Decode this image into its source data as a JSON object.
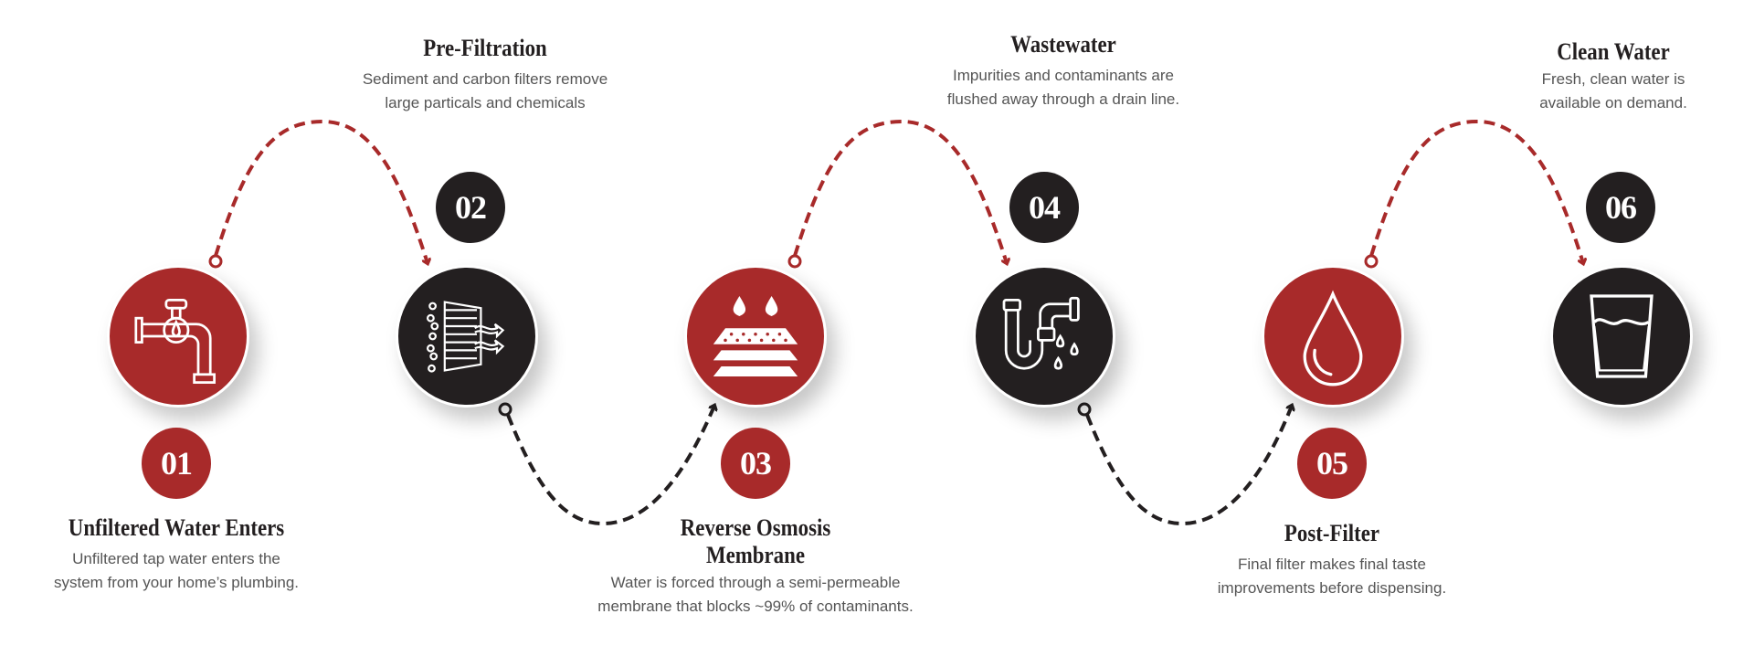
{
  "colors": {
    "red": "#a82a2a",
    "dark": "#231f20",
    "text": "#555555"
  },
  "steps": [
    {
      "number": "01",
      "title": "Unfiltered Water Enters",
      "description": [
        "Unfiltered tap water enters the",
        "system from your home’s plumbing."
      ],
      "color": "red",
      "icon": "faucet-icon"
    },
    {
      "number": "02",
      "title": "Pre-Filtration",
      "description": [
        "Sediment and carbon filters remove",
        "large particals and chemicals"
      ],
      "color": "dark",
      "icon": "filter-icon"
    },
    {
      "number": "03",
      "title": "Reverse Osmosis Membrane",
      "description": [
        "Water is forced through a semi-permeable",
        "membrane that blocks ~99% of contaminants."
      ],
      "color": "red",
      "icon": "membrane-icon"
    },
    {
      "number": "04",
      "title": "Wastewater",
      "description": [
        "Impurities and contaminants are",
        "flushed away through a drain line."
      ],
      "color": "dark",
      "icon": "drain-pipe-icon"
    },
    {
      "number": "05",
      "title": "Post-Filter",
      "description": [
        "Final filter makes final taste",
        "improvements before dispensing."
      ],
      "color": "red",
      "icon": "water-drop-icon"
    },
    {
      "number": "06",
      "title": "Clean Water",
      "description": [
        "Fresh, clean water is",
        "available on demand."
      ],
      "color": "dark",
      "icon": "water-glass-icon"
    }
  ]
}
